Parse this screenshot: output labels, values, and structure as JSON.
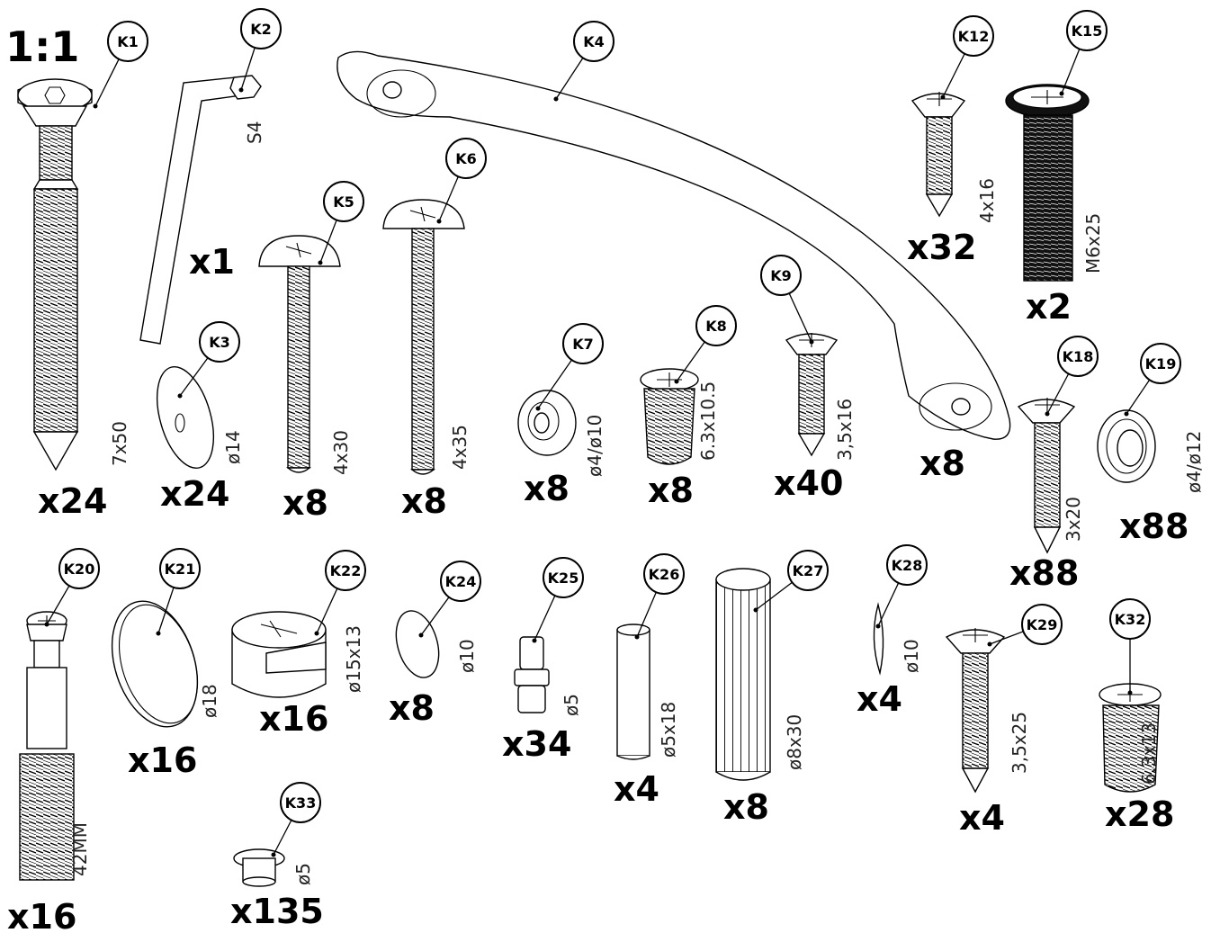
{
  "scale_label": "1:1",
  "parts": [
    {
      "id": "K1",
      "quantity": "x24",
      "dimension": "7x50"
    },
    {
      "id": "K2",
      "quantity": "x1",
      "dimension": "S4"
    },
    {
      "id": "K3",
      "quantity": "x24",
      "dimension": "ø14"
    },
    {
      "id": "K4",
      "quantity": "x8",
      "dimension": ""
    },
    {
      "id": "K5",
      "quantity": "x8",
      "dimension": "4x30"
    },
    {
      "id": "K6",
      "quantity": "x8",
      "dimension": "4x35"
    },
    {
      "id": "K7",
      "quantity": "x8",
      "dimension": "ø4/ø10"
    },
    {
      "id": "K8",
      "quantity": "x8",
      "dimension": "6.3x10.5"
    },
    {
      "id": "K9",
      "quantity": "x40",
      "dimension": "3,5x16"
    },
    {
      "id": "K12",
      "quantity": "x32",
      "dimension": "4x16"
    },
    {
      "id": "K15",
      "quantity": "x2",
      "dimension": "M6x25"
    },
    {
      "id": "K18",
      "quantity": "x88",
      "dimension": "3x20"
    },
    {
      "id": "K19",
      "quantity": "x88",
      "dimension": "ø4/ø12"
    },
    {
      "id": "K20",
      "quantity": "x16",
      "dimension": "42MM"
    },
    {
      "id": "K21",
      "quantity": "x16",
      "dimension": "ø18"
    },
    {
      "id": "K22",
      "quantity": "x16",
      "dimension": "ø15x13"
    },
    {
      "id": "K24",
      "quantity": "x8",
      "dimension": "ø10"
    },
    {
      "id": "K25",
      "quantity": "x34",
      "dimension": "ø5"
    },
    {
      "id": "K26",
      "quantity": "x4",
      "dimension": "ø5x18"
    },
    {
      "id": "K27",
      "quantity": "x8",
      "dimension": "ø8x30"
    },
    {
      "id": "K28",
      "quantity": "x4",
      "dimension": "ø10"
    },
    {
      "id": "K29",
      "quantity": "x4",
      "dimension": "3,5x25"
    },
    {
      "id": "K32",
      "quantity": "x28",
      "dimension": "6.3x13"
    },
    {
      "id": "K33",
      "quantity": "x135",
      "dimension": "ø5"
    }
  ]
}
